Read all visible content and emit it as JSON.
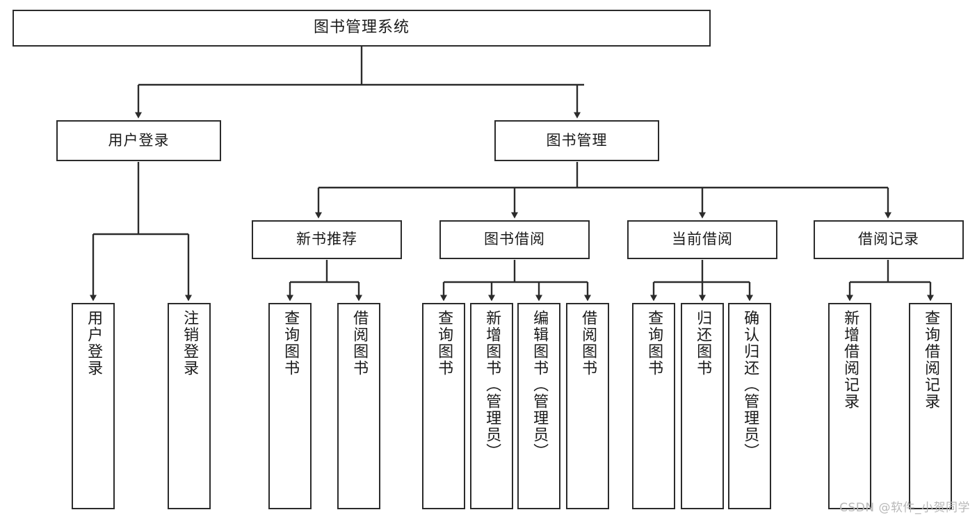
{
  "diagram": {
    "title": "图书管理系统",
    "type": "tree-hierarchy-diagram",
    "colors": {
      "stroke": "#2b2b2b",
      "fill": "#ffffff",
      "text": "#1a1a1a",
      "watermark": "#b8b8b8"
    },
    "root": {
      "label": "图书管理系统"
    },
    "level2": [
      {
        "label": "用户登录"
      },
      {
        "label": "图书管理"
      }
    ],
    "level3": [
      {
        "label": "新书推荐"
      },
      {
        "label": "图书借阅"
      },
      {
        "label": "当前借阅"
      },
      {
        "label": "借阅记录"
      }
    ],
    "leaves_user_login": [
      {
        "label": "用户登录"
      },
      {
        "label": "注销登录"
      }
    ],
    "leaves_new_book": [
      {
        "label": "查询图书"
      },
      {
        "label": "借阅图书"
      }
    ],
    "leaves_borrow": [
      {
        "label": "查询图书"
      },
      {
        "label": "新增图书（管理员）"
      },
      {
        "label": "编辑图书（管理员）"
      },
      {
        "label": "借阅图书"
      }
    ],
    "leaves_current": [
      {
        "label": "查询图书"
      },
      {
        "label": "归还图书"
      },
      {
        "label": "确认归还（管理员）"
      }
    ],
    "leaves_record": [
      {
        "label": "新增借阅记录"
      },
      {
        "label": "查询借阅记录"
      }
    ]
  },
  "watermark": {
    "text": "CSDN @软件_小贺同学"
  }
}
